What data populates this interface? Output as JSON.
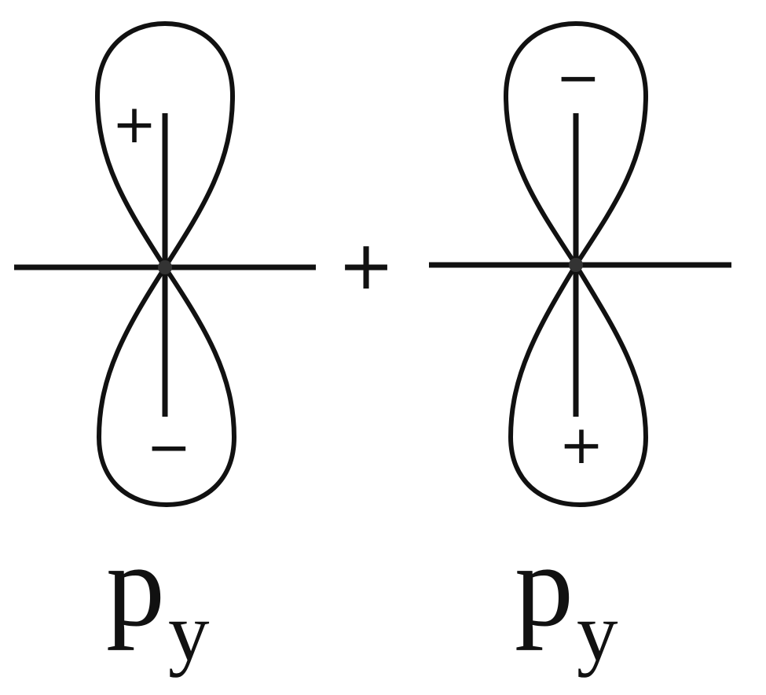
{
  "colors": {
    "background": "#ffffff",
    "ink": "#111111",
    "node": "#333333"
  },
  "operator": "+",
  "orbitals": [
    {
      "upper_sign": "+",
      "lower_sign": "−",
      "label": "p",
      "subscript": "y"
    },
    {
      "upper_sign": "−",
      "lower_sign": "+",
      "label": "p",
      "subscript": "y"
    }
  ]
}
